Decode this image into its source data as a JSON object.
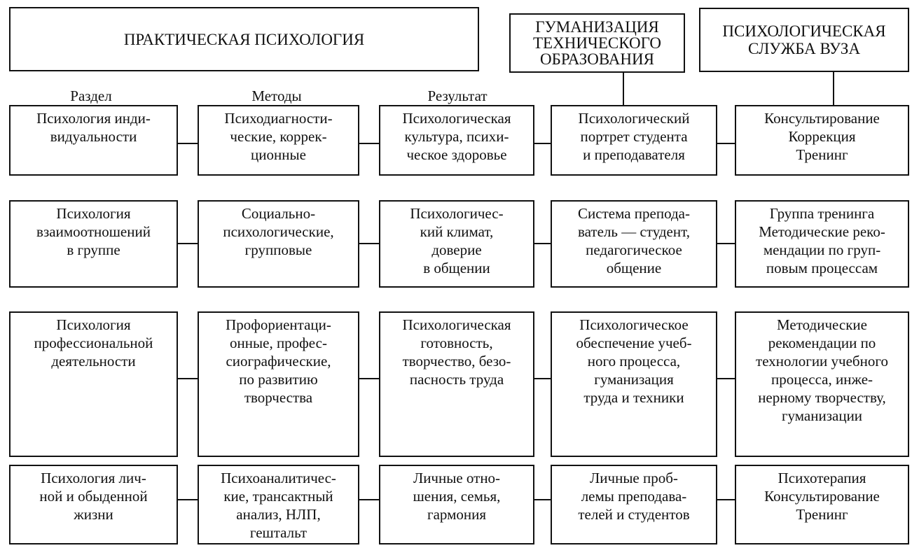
{
  "header": {
    "title": "ПРАКТИЧЕСКАЯ ПСИХОЛОГИЯ",
    "tech_box": "ГУМАНИЗАЦИЯ\nТЕХНИЧЕСКОГО\nОБРАЗОВАНИЯ",
    "service_box": "ПСИХОЛОГИЧЕСКАЯ\nСЛУЖБА ВУЗА"
  },
  "column_headers": {
    "section": "Раздел",
    "methods": "Методы",
    "result": "Результат"
  },
  "rows": [
    {
      "section": "Психология инди-\nвидуальности",
      "methods": "Психодиагности-\nческие, коррек-\nционные",
      "result": "Психологическая\nкультура, психи-\nческое здоровье",
      "humanization": "Психологический\nпортрет студента\nи преподавателя",
      "service": "Консультирование\nКоррекция\nТренинг"
    },
    {
      "section": "Психология\nвзаимоотношений\nв группе",
      "methods": "Социально-\nпсихологические,\nгрупповые",
      "result": "Психологичес-\nкий  климат,\nдоверие\nв общении",
      "humanization": "Система препода-\nватель — студент,\nпедагогическое\nобщение",
      "service": "Группа тренинга\nМетодические реко-\nмендации по груп-\nповым процессам"
    },
    {
      "section": "Психология\nпрофессиональной\nдеятельности",
      "methods": "Профориентаци-\nонные, профес-\nсиографические,\nпо развитию\nтворчества",
      "result": "Психологическая\nготовность,\nтворчество, безо-\nпасность труда",
      "humanization": "Психологическое\nобеспечение учеб-\nного процесса,\nгуманизация\nтруда и техники",
      "service": "Методические\nрекомендации по\nтехнологии учебного\nпроцесса, инже-\nнерному творчеству,\nгуманизации"
    },
    {
      "section": "Психология лич-\nной и обыденной\nжизни",
      "methods": "Психоаналитичес-\nкие, трансактный\nанализ, НЛП,\nгештальт",
      "result": "Личные отно-\nшения, семья,\nгармония",
      "humanization": "Личные проб-\nлемы преподава-\nтелей и студентов",
      "service": "Психотерапия\nКонсультирование\nТренинг"
    }
  ]
}
